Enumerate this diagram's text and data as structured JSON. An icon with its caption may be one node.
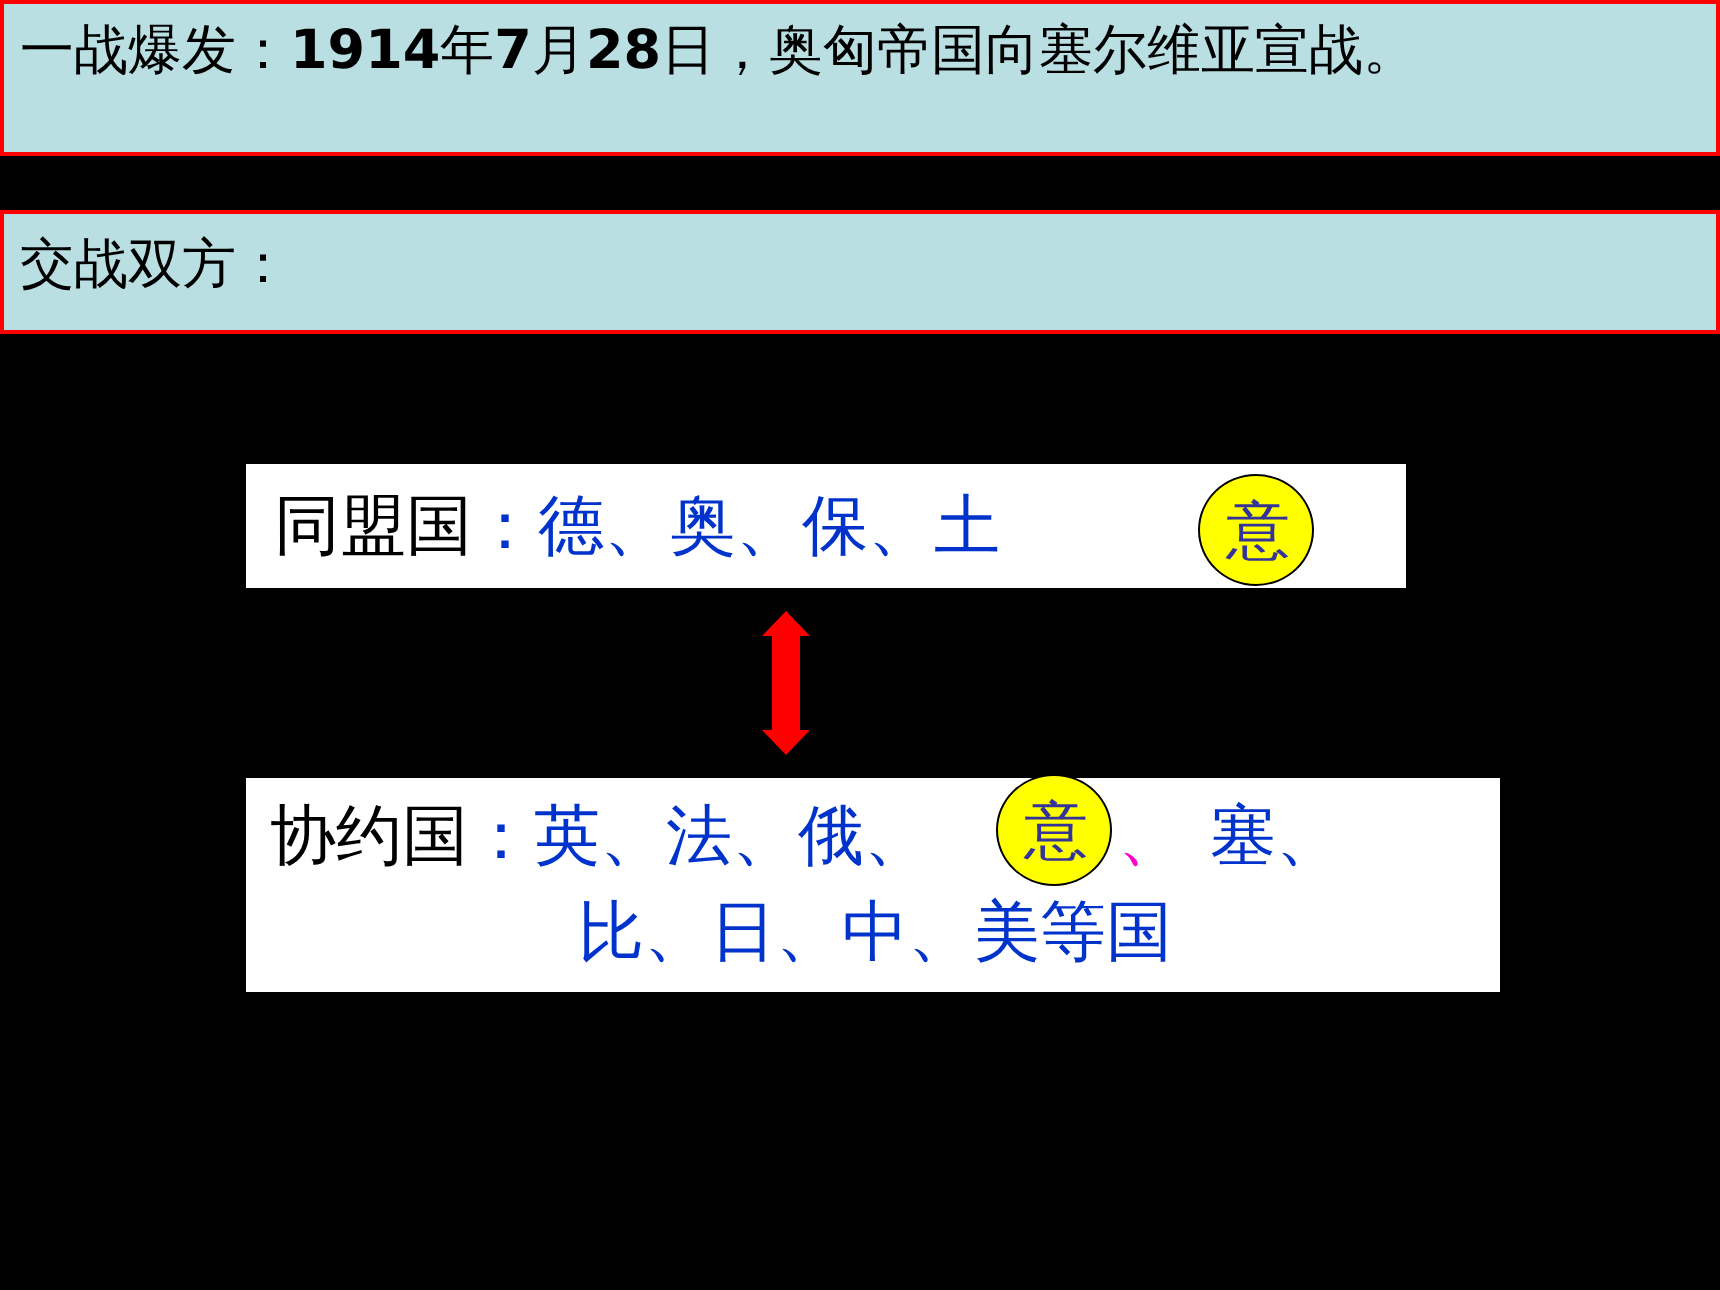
{
  "diagram": {
    "nodes": [
      {
        "text": [
          "一战爆发：**1914**年**7**月**28**日，奥匈帝国向塞尔维亚宣战。"
        ]
      },
      {
        "text": [
          "交战双方："
        ]
      },
      {
        "text": [
          "同盟国",
          "：德、奥、保、土"
        ]
      },
      {
        "text": [
          "意"
        ],
        "in": 2
      },
      {
        "text": [
          "协约国",
          "：英、法、俄、",
          "、",
          "塞、",
          "比、日、中、美等国"
        ]
      },
      {
        "text": [
          "意"
        ],
        "in": 4
      }
    ],
    "edges": [
      {
        "from": 2,
        "to": 4,
        "arrow": "both",
        "color": "#ff0000"
      }
    ]
  }
}
